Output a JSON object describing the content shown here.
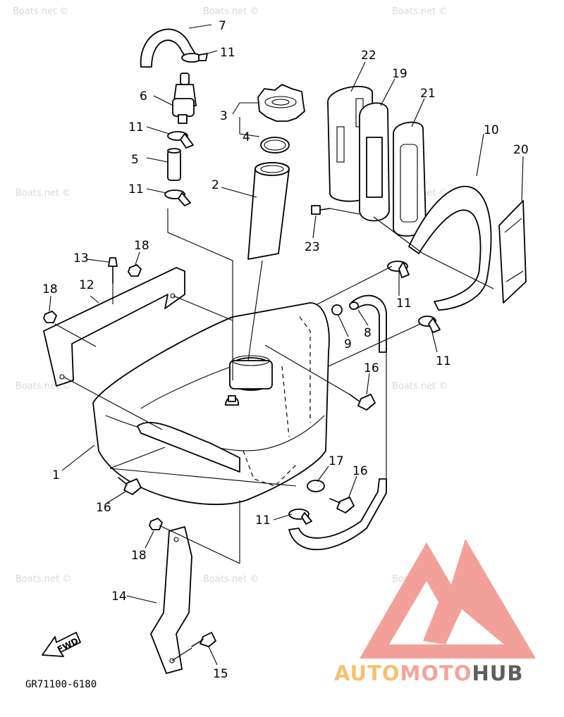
{
  "watermark": "Boats.net ©",
  "callouts": [
    "1",
    "2",
    "3",
    "4",
    "5",
    "6",
    "7",
    "8",
    "9",
    "10",
    "11",
    "12",
    "13",
    "14",
    "15",
    "16",
    "17",
    "18",
    "19",
    "20",
    "21",
    "22",
    "23"
  ],
  "diagram_code": "GR71100-6180",
  "fwd_label": "FWD",
  "logo": {
    "part1": "AUTO",
    "part2": "MOTO",
    "part3": "HUB",
    "color_auto": "#f4c16e",
    "color_moto": "#f4a39a",
    "color_hub": "#5e5e5e",
    "triangle_color": "#f2a099"
  }
}
